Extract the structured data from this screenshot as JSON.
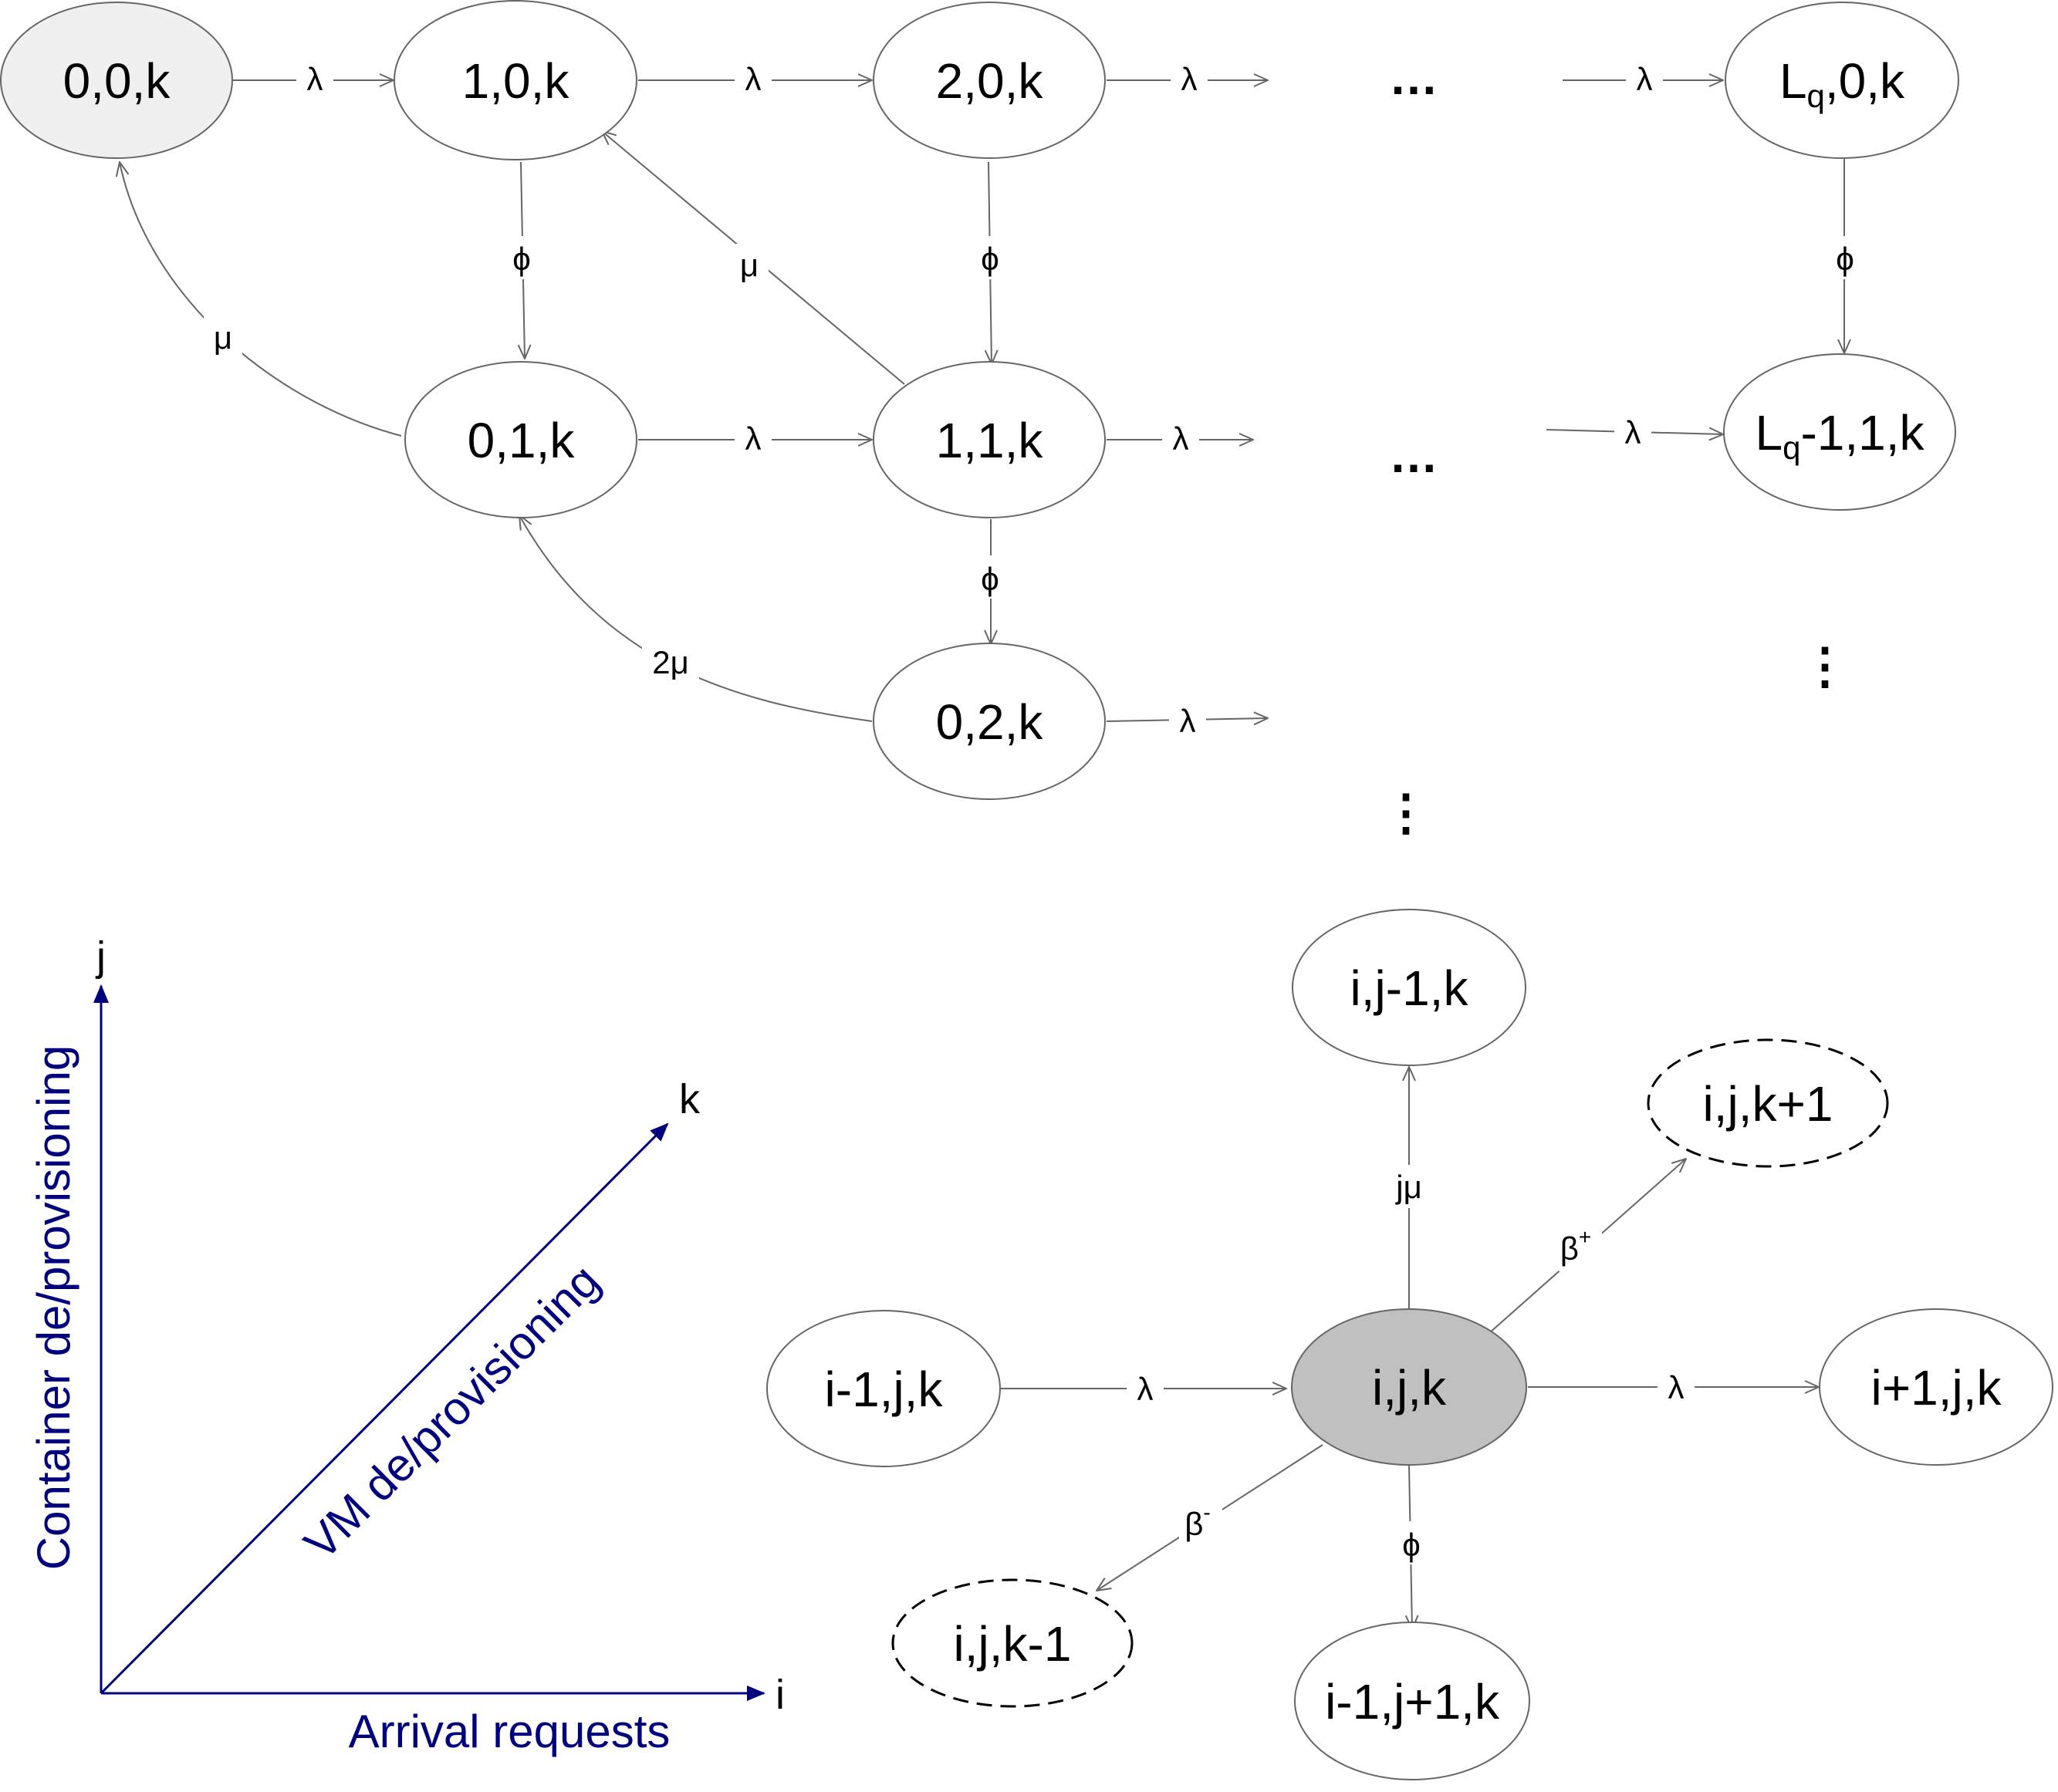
{
  "colors": {
    "axis": "#00007f",
    "start_node_fill": "#f0f0f0",
    "center_node_fill": "#c0c0c0",
    "node_fill": "#ffffff",
    "edge": "#666666"
  },
  "nodes": {
    "s000": "0,0,k",
    "s100": "1,0,k",
    "s200": "2,0,k",
    "sLq0_base": "L",
    "sLq0_sub": "q",
    "sLq0_rest": ",0,k",
    "s010": "0,1,k",
    "s110": "1,1,k",
    "sLq1_base": "L",
    "sLq1_sub": "q",
    "sLq1_rest": "-1,1,k",
    "s020": "0,2,k",
    "up": "i,j-1,k",
    "kplus": "i,j,k+1",
    "left": "i-1,j,k",
    "center": "i,j,k",
    "right": "i+1,j,k",
    "kminus": "i,j,k-1",
    "down": "i-1,j+1,k"
  },
  "edge_labels": {
    "lambda": "λ",
    "phi": "ϕ",
    "mu": "μ",
    "two_mu": "2μ",
    "j_mu": "jμ",
    "beta_base": "β",
    "beta_plus": "+",
    "beta_minus": "-"
  },
  "ellipsis": {
    "horizontal": "…",
    "vertical": "⋮"
  },
  "axes": {
    "i": "i",
    "j": "j",
    "k": "k",
    "i_caption": "Arrival requests",
    "j_caption": "Container de/provisioning",
    "k_caption": "VM de/provisioning"
  }
}
